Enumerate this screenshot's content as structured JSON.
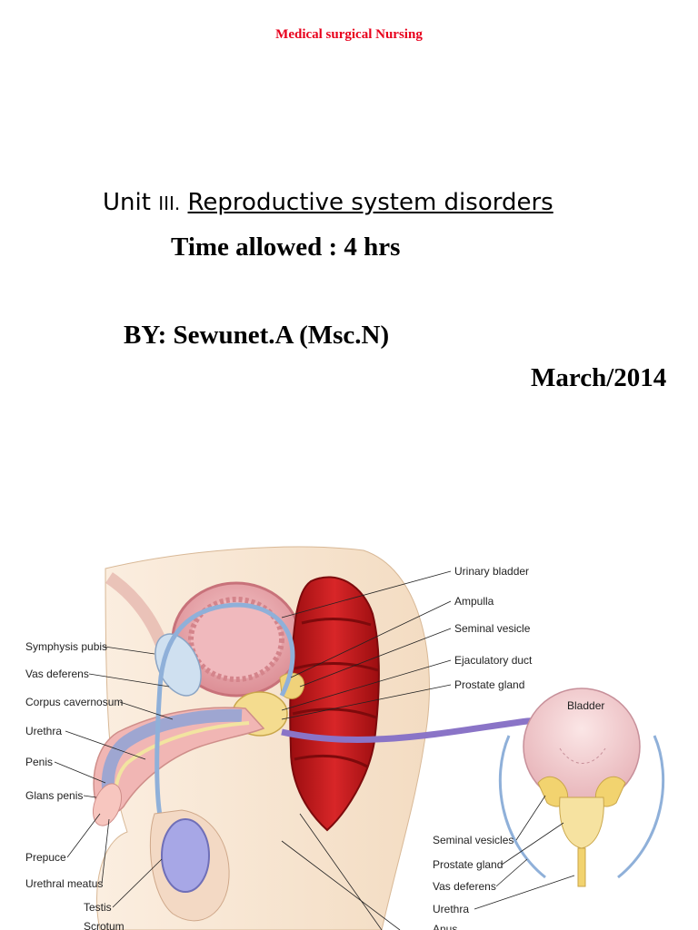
{
  "header": {
    "title": "Medical surgical Nursing"
  },
  "unit": {
    "prefix": "Unit ",
    "roman": "III.",
    "topic": "Reproductive system disorders"
  },
  "time_allowed": "Time allowed : 4 hrs",
  "author": "BY: Sewunet.A (Msc.N)",
  "date": "March/2014",
  "figure": {
    "labels_left": [
      "Symphysis pubis",
      "Vas deferens",
      "Corpus cavernosum",
      "Urethra",
      "Penis",
      "Glans penis",
      "Prepuce",
      "Urethral meatus",
      "Testis",
      "Scrotum"
    ],
    "labels_right": [
      "Urinary bladder",
      "Ampulla",
      "Seminal vesicle",
      "Ejaculatory duct",
      "Prostate gland"
    ],
    "labels_inset": [
      "Bladder",
      "Seminal vesicles",
      "Prostate gland",
      "Vas deferens",
      "Urethra",
      "Anus"
    ]
  },
  "colors": {
    "header": "#e8001c",
    "rectum": "#c8191c",
    "bladder": "#e9a7aa",
    "prostate": "#f4dc8f",
    "vas": "#8fb0d9",
    "testis": "#a7a7e6",
    "arrow": "#8a74c7"
  }
}
